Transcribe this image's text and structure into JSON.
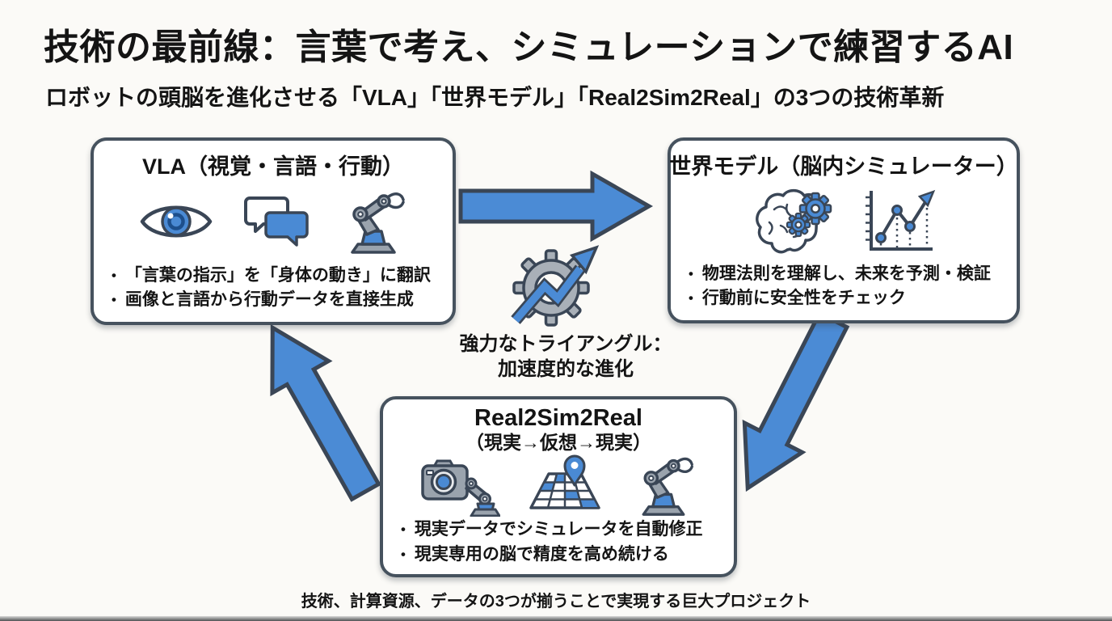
{
  "slide": {
    "title": "技術の最前線：言葉で考え、シミュレーションで練習するAI",
    "subtitle": "ロボットの頭脳を進化させる「VLA」「世界モデル」「Real2Sim2Real」の3つの技術革新",
    "footer": "技術、計算資源、データの3つが揃うことで実現する巨大プロジェクト"
  },
  "nodes": {
    "vla": {
      "title": "VLA（視覚・言語・行動）",
      "bullets": [
        "「言葉の指示」を「身体の動き」に翻訳",
        "画像と言語から行動データを直接生成"
      ],
      "icons": [
        "eye-icon",
        "chat-bubbles-icon",
        "robot-arm-icon"
      ]
    },
    "world_model": {
      "title": "世界モデル（脳内シミュレーター）",
      "bullets": [
        "物理法則を理解し、未来を予測・検証",
        "行動前に安全性をチェック"
      ],
      "icons": [
        "brain-gears-icon",
        "growth-chart-icon"
      ]
    },
    "real2sim2real": {
      "title": "Real2Sim2Real",
      "subtitle": "（現実→仮想→現実）",
      "bullets": [
        "現実データでシミュレータを自動修正",
        "現実専用の脳で精度を高め続ける"
      ],
      "icons": [
        "camera-arm-icon",
        "sim-grid-pin-icon",
        "robot-arm-icon"
      ]
    }
  },
  "center": {
    "line1": "強力なトライアングル：",
    "line2": "加速度的な進化",
    "icon": "gear-growth-icon"
  },
  "arrows": [
    {
      "name": "vla-to-world-model",
      "direction": "right"
    },
    {
      "name": "world-model-to-real2sim2real",
      "direction": "down-left"
    },
    {
      "name": "real2sim2real-to-vla",
      "direction": "up-left"
    }
  ],
  "colors": {
    "arrow_fill": "#4b8bd5",
    "outline": "#3a4656",
    "card_border": "#46525e",
    "icon_blue": "#4a8ad4",
    "icon_gray": "#9aa3ad",
    "background": "#fbfaf7",
    "text": "#141414"
  }
}
